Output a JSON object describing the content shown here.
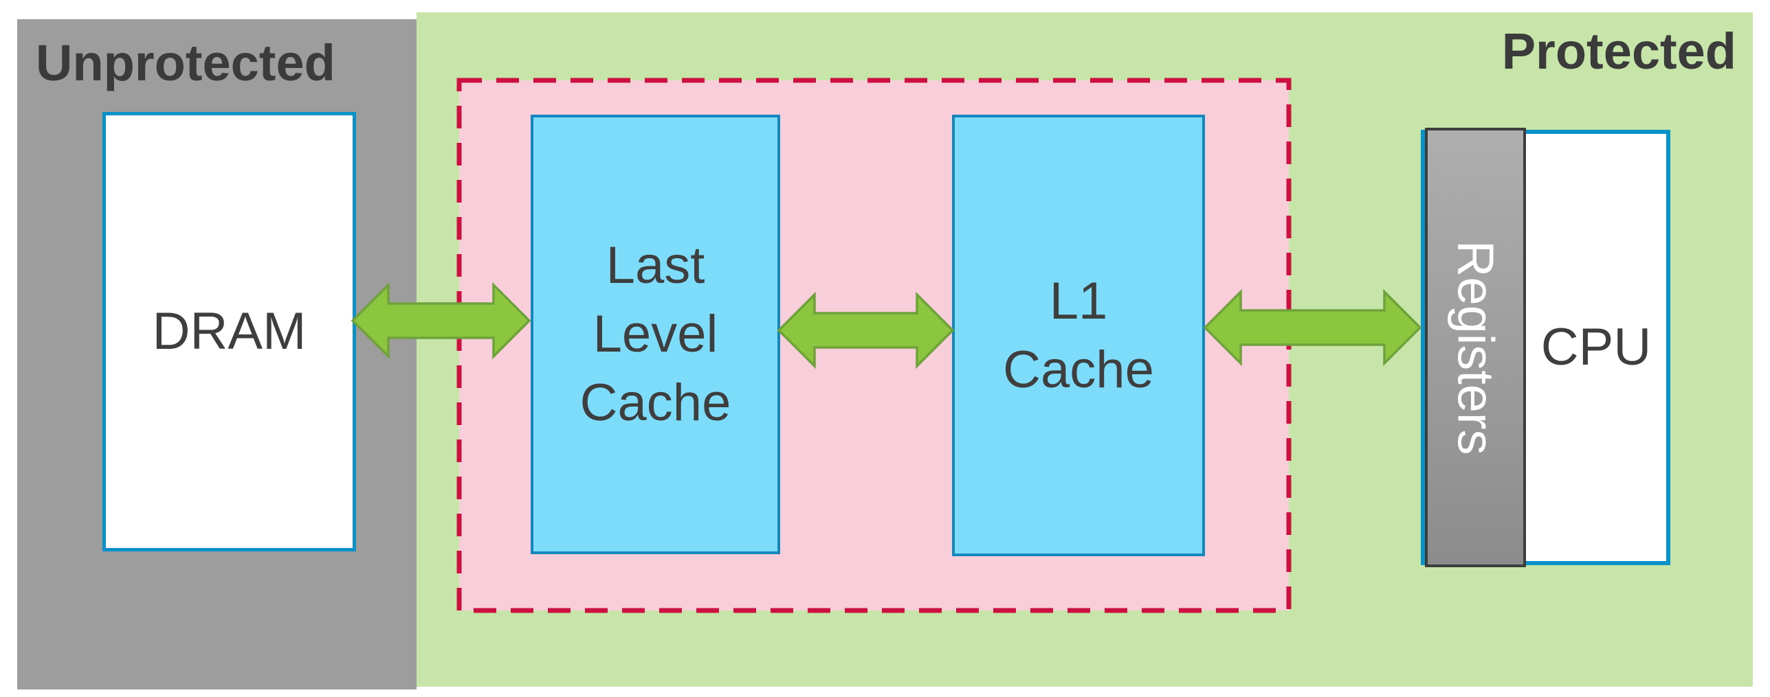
{
  "regions": {
    "unprotected": {
      "label": "Unprotected"
    },
    "protected": {
      "label": "Protected"
    }
  },
  "boxes": {
    "dram": {
      "label": "DRAM"
    },
    "last_level_cache": {
      "lines": [
        "Last",
        "Level",
        "Cache"
      ]
    },
    "l1_cache": {
      "lines": [
        "L1",
        "Cache"
      ]
    },
    "registers": {
      "label": "Registers"
    },
    "cpu": {
      "label": "CPU"
    }
  },
  "connections": [
    {
      "name": "dram-llc-arrow",
      "type": "bidirectional"
    },
    {
      "name": "llc-l1-arrow",
      "type": "bidirectional"
    },
    {
      "name": "l1-registers-arrow",
      "type": "bidirectional"
    }
  ],
  "boundary": {
    "name": "secure-cache-boundary",
    "style": "dashed"
  },
  "colors": {
    "unprotected_region_gray": "#9d9d9d",
    "protected_region_green": "#c7e5a9",
    "boundary_fill_pink": "#f8ceda",
    "boundary_dash_crimson": "#cc1141",
    "cache_box_fill_blue": "#7edcfb",
    "cache_box_border_blue": "#1487bd",
    "memory_box_border_blue": "#0991c9",
    "arrow_fill_green": "#8cc63e",
    "arrow_stroke_green": "#6fa23a",
    "registers_fill_gray": "#9c9c9c",
    "registers_border_dark": "#3d3d3d",
    "label_text_dark": "#3e3e3e"
  }
}
